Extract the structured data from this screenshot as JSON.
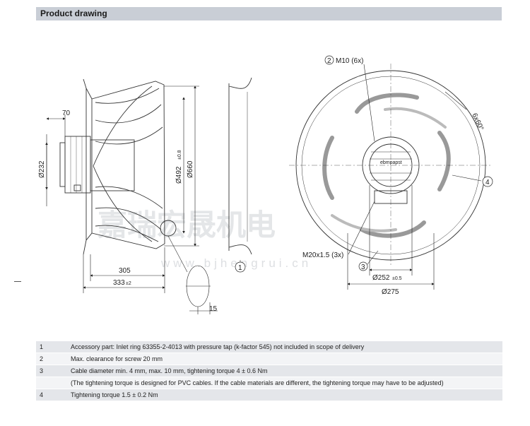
{
  "header": {
    "title": "Product drawing"
  },
  "side_view": {
    "dim_flange": "70",
    "dim_diameter_motor": "Ø232",
    "dim_inner": "Ø492",
    "dim_inner_tol": "±0.8",
    "dim_outer": "Ø660",
    "dim_length": "305",
    "dim_total": "333",
    "dim_total_tol": "±2",
    "dim_detail": "15",
    "callout_1": "1"
  },
  "front_view": {
    "callout_2": "2",
    "thread_top": "M10 (6x)",
    "angle": "6x60°",
    "callout_4": "4",
    "thread_cable": "M20x1.5 (3x)",
    "callout_3": "3",
    "dim_bolt_circle": "Ø252",
    "dim_bolt_circle_tol": "±0.5",
    "dim_hub": "Ø275",
    "brand_label": "ebmpapst"
  },
  "watermark": {
    "text": "嘉瑞宏晟机电",
    "url": "www.bjhengrui.cn"
  },
  "notes": [
    {
      "num": "1",
      "text": "Accessory part: Inlet ring 63355-2-4013 with pressure tap (k-factor 545) not included in scope of delivery"
    },
    {
      "num": "2",
      "text": "Max. clearance for screw 20 mm"
    },
    {
      "num": "3",
      "text": "Cable diameter min. 4 mm, max. 10 mm, tightening torque 4 ± 0.6 Nm"
    },
    {
      "num": "",
      "text": "(The tightening torque is designed for PVC cables. If the cable materials are different, the tightening torque may have to be adjusted)"
    },
    {
      "num": "4",
      "text": "Tightening torque 1.5 ± 0.2 Nm"
    }
  ]
}
